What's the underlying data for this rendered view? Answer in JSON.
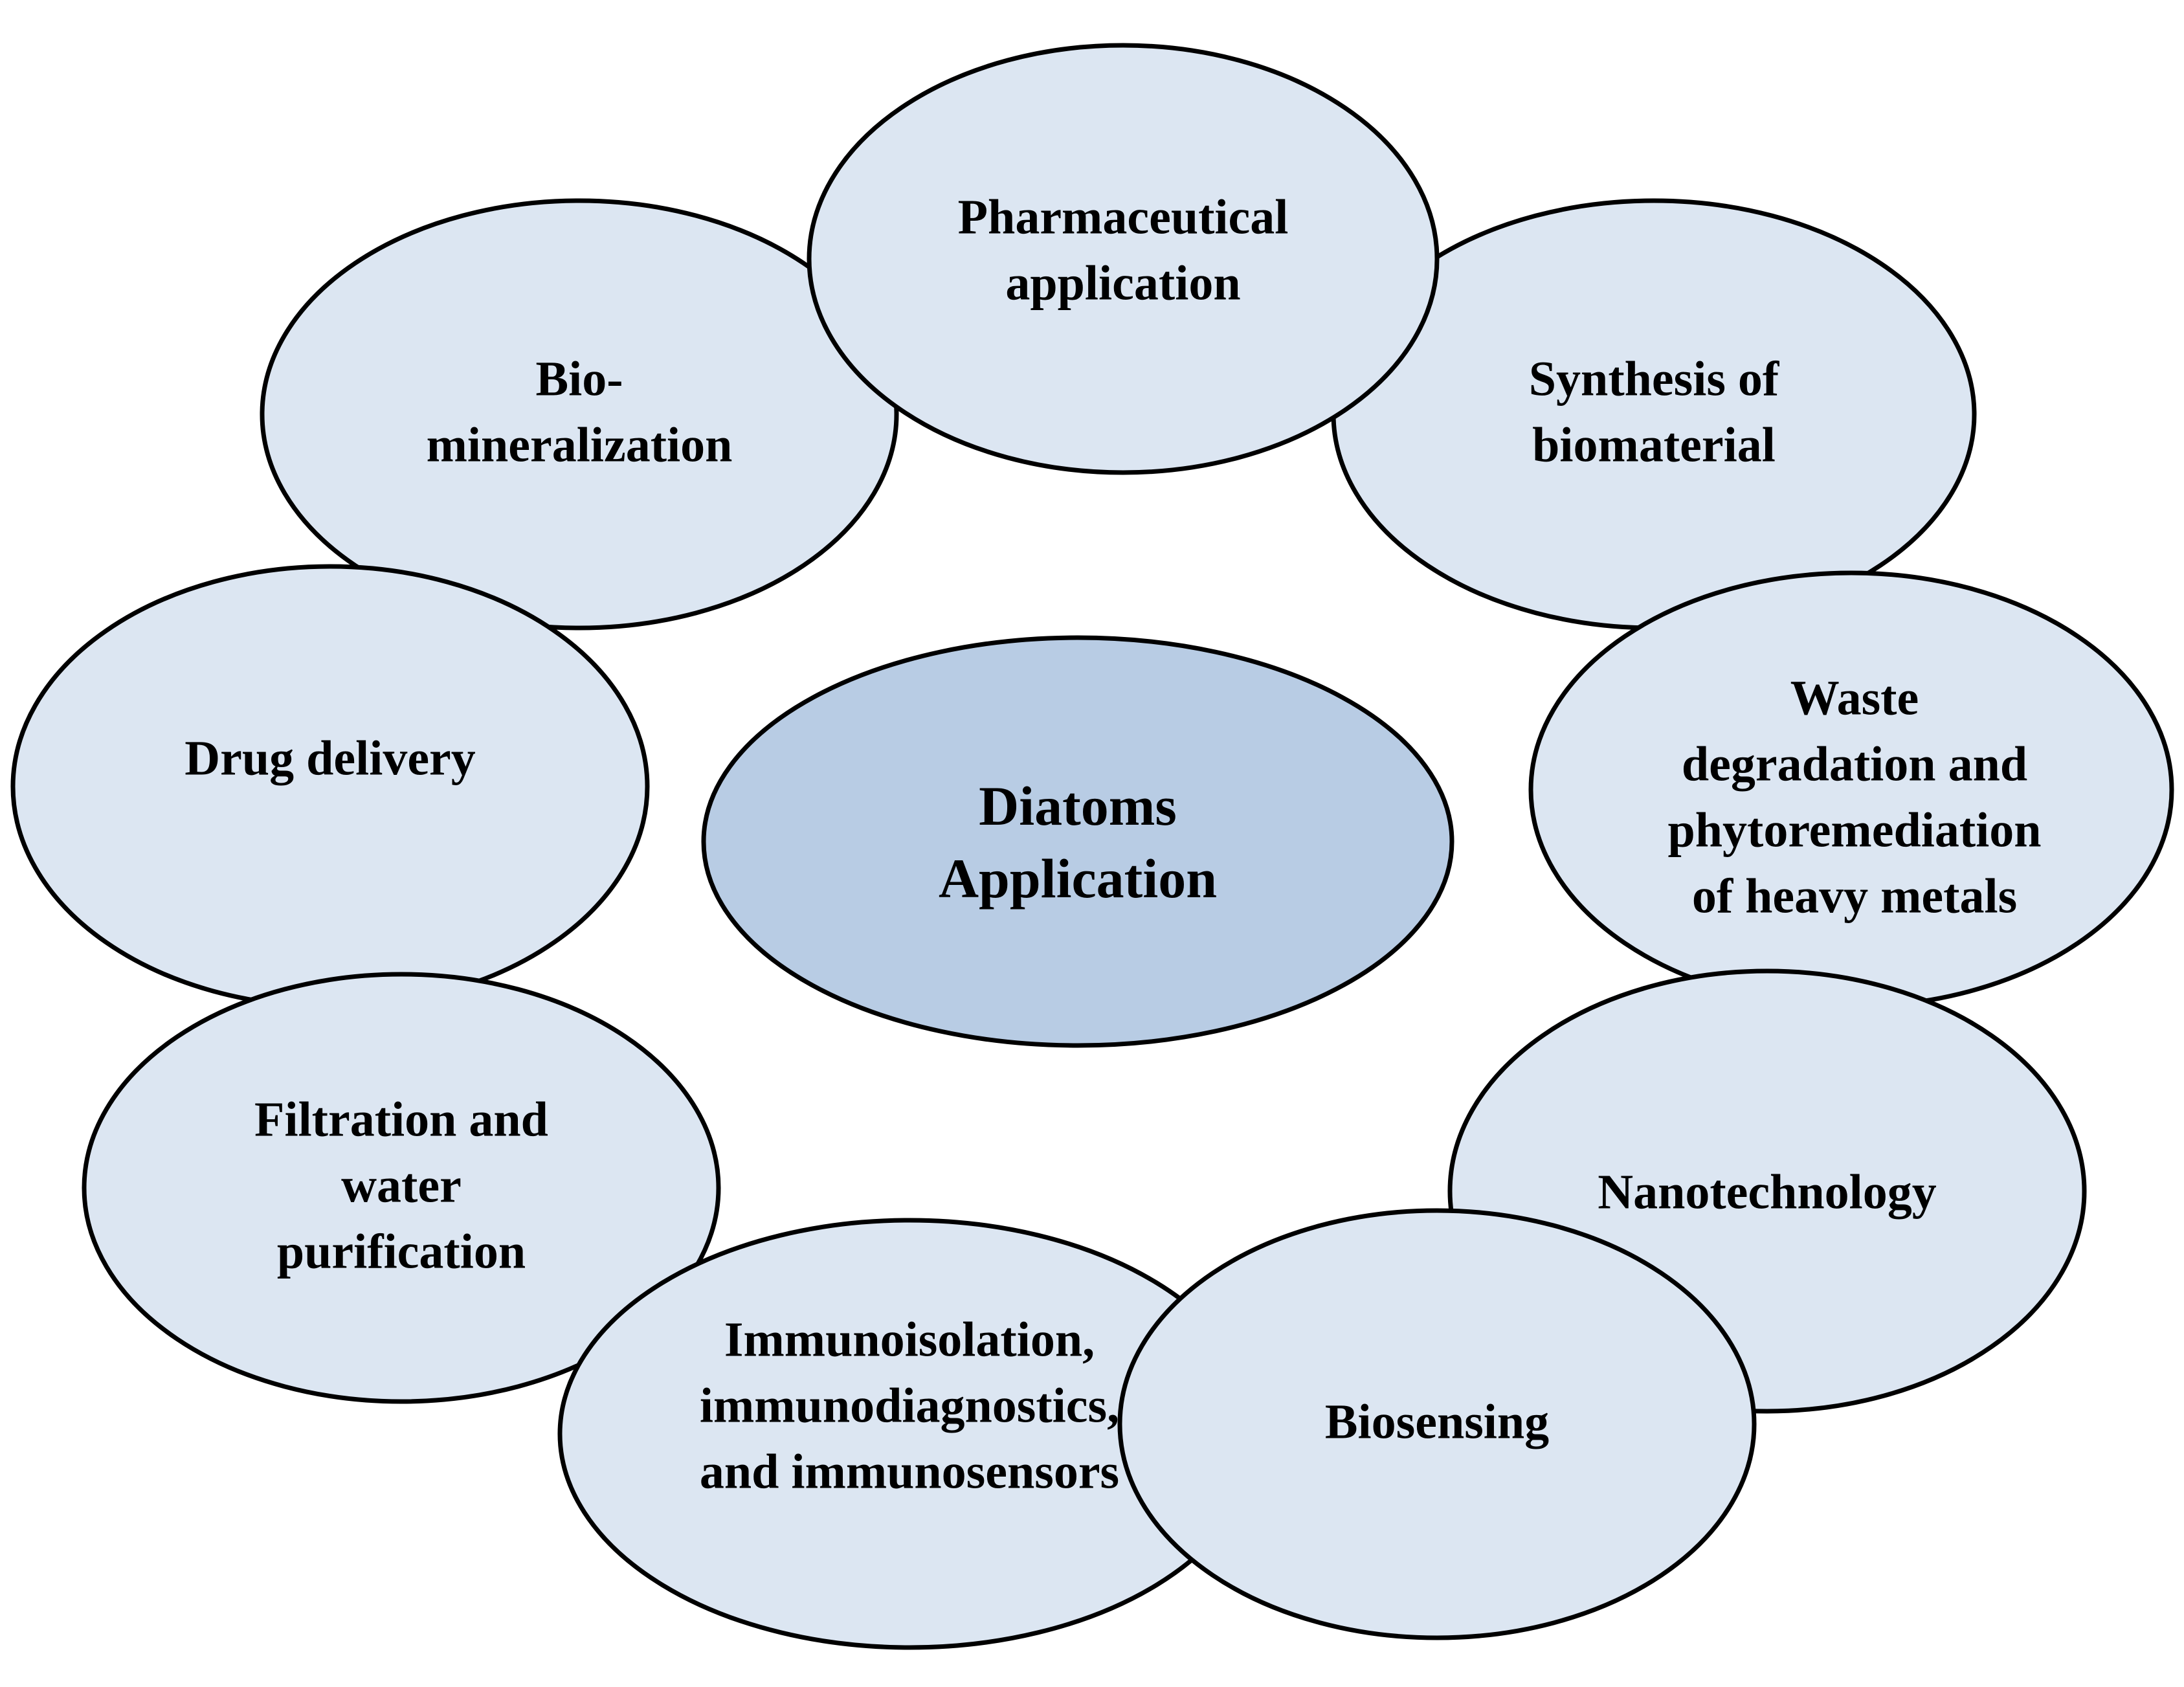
{
  "diagram": {
    "center": {
      "lines": [
        "Diatoms",
        "Application"
      ],
      "fill": "#b8cce4"
    },
    "outer_fill": "#dce6f2",
    "stroke": "#000000",
    "nodes": [
      {
        "id": "biomineralization",
        "lines": [
          "Bio-",
          "mineralization"
        ]
      },
      {
        "id": "pharmaceutical",
        "lines": [
          "Pharmaceutical",
          "application"
        ]
      },
      {
        "id": "synthesis",
        "lines": [
          "Synthesis of",
          "biomaterial"
        ]
      },
      {
        "id": "waste",
        "lines": [
          "Waste",
          "degradation and",
          "phytoremediation",
          "of heavy metals"
        ]
      },
      {
        "id": "drug",
        "lines": [
          "Drug delivery"
        ]
      },
      {
        "id": "nanotech",
        "lines": [
          "Nanotechnology"
        ]
      },
      {
        "id": "biosensing",
        "lines": [
          "Biosensing"
        ]
      },
      {
        "id": "immuno",
        "lines": [
          "Immunoisolation,",
          "immunodiagnostics,",
          "and immunosensors"
        ]
      },
      {
        "id": "filtration",
        "lines": [
          "Filtration and",
          "water",
          "purification"
        ]
      }
    ]
  }
}
